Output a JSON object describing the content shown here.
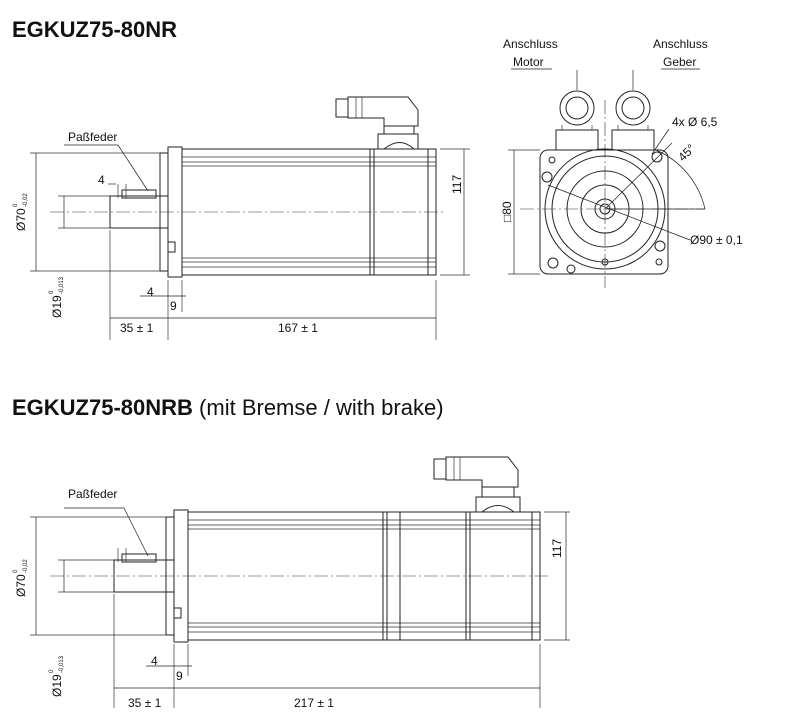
{
  "section1": {
    "title": "EGKUZ75-80NR",
    "passfeder": "Paßfeder",
    "dia_shaft_housing": "Ø70",
    "dia_shaft_housing_tol_top": "0",
    "dia_shaft_housing_tol_bottom": "-0,02",
    "dia_shaft": "Ø19",
    "dia_shaft_tol_top": "0",
    "dia_shaft_tol_bottom": "-0,013",
    "dim_key_height": "4",
    "dim_key_small": "4",
    "dim_flange": "9",
    "dim_shaft_length": "35 ± 1",
    "dim_body_length": "167 ± 1",
    "dim_height": "117",
    "anschluss_motor_line1": "Anschluss",
    "anschluss_motor_line2": "Motor",
    "anschluss_geber_line1": "Anschluss",
    "anschluss_geber_line2": "Geber",
    "holes": "4x Ø 6,5",
    "angle": "45°",
    "square": "□80",
    "bolt_circle": "Ø90 ± 0,1"
  },
  "section2": {
    "title": "EGKUZ75-80NRB",
    "title_suffix": " (mit Bremse / with brake)",
    "passfeder": "Paßfeder",
    "dia_shaft_housing": "Ø70",
    "dia_shaft_housing_tol_top": "0",
    "dia_shaft_housing_tol_bottom": "-0,02",
    "dia_shaft": "Ø19",
    "dia_shaft_tol_top": "0",
    "dia_shaft_tol_bottom": "-0,013",
    "dim_key_small": "4",
    "dim_flange": "9",
    "dim_shaft_length": "35 ± 1",
    "dim_body_length": "217 ± 1",
    "dim_height": "117"
  }
}
